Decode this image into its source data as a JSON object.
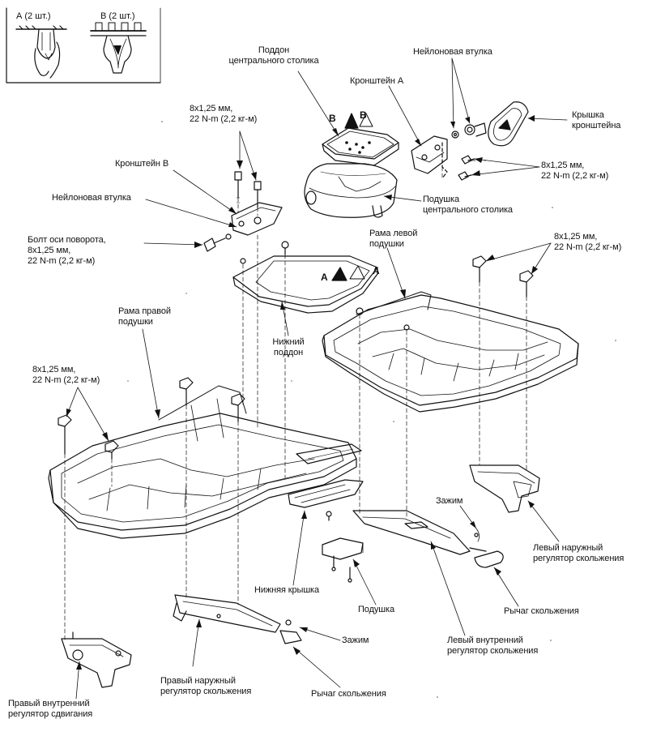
{
  "inset": {
    "clip_a": "А (2 шт.)",
    "clip_b": "В (2 шт.)"
  },
  "callout_letters": {
    "b": "В",
    "a": "А"
  },
  "labels": {
    "center_tray": "Поддон\nцентрального столика",
    "nylon_bushing_top": "Нейлоновая втулка",
    "bracket_a": "Кронштейн А",
    "bracket_cover": "Крышка\nкронштейна",
    "torque_1": "8x1,25 мм,\n22 N-m (2,2 кг-м)",
    "torque_2": "8x1,25 мм,\n22 N-m (2,2 кг-м)",
    "bracket_b": "Кронштейн В",
    "nylon_bushing_left": "Нейлоновая втулка",
    "center_cushion": "Подушка\nцентрального столика",
    "pivot_bolt": "Болт оси поворота,\n8x1,25 мм,\n22 N-m (2,2 кг-м)",
    "left_cushion_frame": "Рама левой\nподушки",
    "torque_3": "8x1,25 мм,\n22 N-m (2,2 кг-м)",
    "right_cushion_frame": "Рама правой\nподушки",
    "lower_tray": "Нижний\nподдон",
    "torque_4": "8x1,25 мм,\n22 N-m (2,2 кг-м)",
    "clip_1": "Зажим",
    "left_outer_slide": "Левый наружный\nрегулятор скольжения",
    "lower_cover": "Нижняя крышка",
    "cushion": "Подушка",
    "slide_lever_1": "Рычаг скольжения",
    "left_inner_slide": "Левый внутренний\nрегулятор скольжения",
    "clip_2": "Зажим",
    "right_outer_slide": "Правый наружный\nрегулятор скольжения",
    "slide_lever_2": "Рычаг скольжения",
    "right_inner_shift": "Правый внутренний\nрегулятор сдвигания"
  }
}
